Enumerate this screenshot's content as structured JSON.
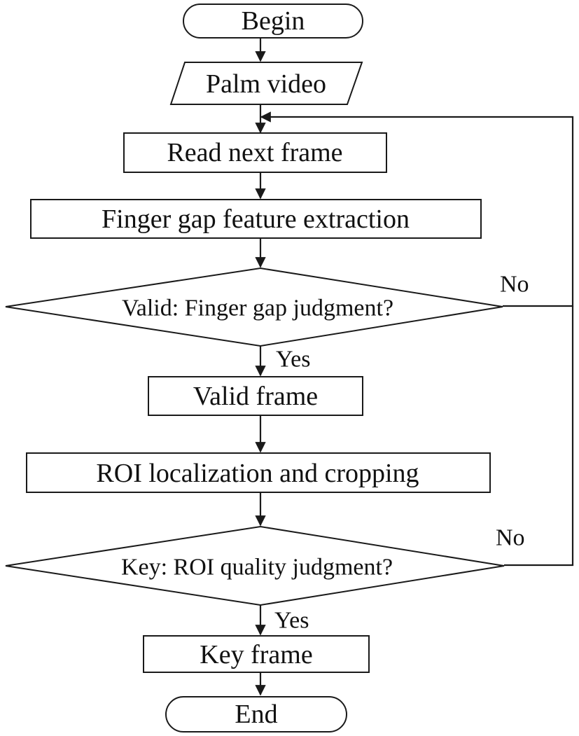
{
  "diagram": {
    "nodes": {
      "begin": "Begin",
      "palm_video": "Palm video",
      "read_next_frame": "Read next frame",
      "finger_gap_extraction": "Finger gap feature extraction",
      "valid_decision": "Valid: Finger gap judgment?",
      "valid_frame": "Valid frame",
      "roi_localization": "ROI localization and cropping",
      "key_decision": "Key: ROI quality judgment?",
      "key_frame": "Key frame",
      "end": "End"
    },
    "edge_labels": {
      "valid_no": "No",
      "valid_yes": "Yes",
      "key_no": "No",
      "key_yes": "Yes"
    },
    "colors": {
      "line": "#1a1a1a",
      "fill": "#ffffff",
      "text": "#111111"
    }
  }
}
